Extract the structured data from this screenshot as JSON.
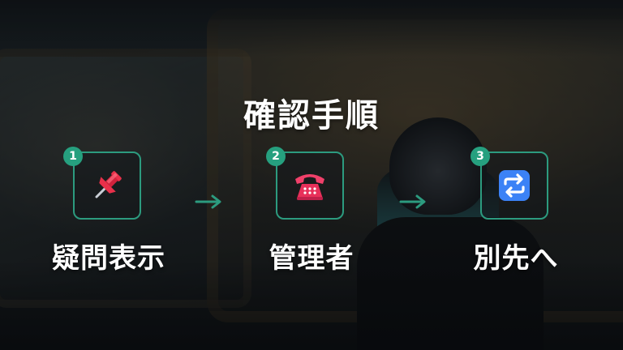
{
  "title": "確認手順",
  "steps": [
    {
      "number": "1",
      "label": "疑問表示",
      "icon": "pushpin-icon"
    },
    {
      "number": "2",
      "label": "管理者",
      "icon": "telephone-icon"
    },
    {
      "number": "3",
      "label": "別先へ",
      "icon": "repeat-arrows-icon"
    }
  ],
  "colors": {
    "accent": "#26a07f",
    "box_border": "#2c9b7f",
    "text": "#ffffff",
    "pin": "#e8304a",
    "phone": "#f0406a",
    "repeat_bg": "#3b82f6"
  }
}
